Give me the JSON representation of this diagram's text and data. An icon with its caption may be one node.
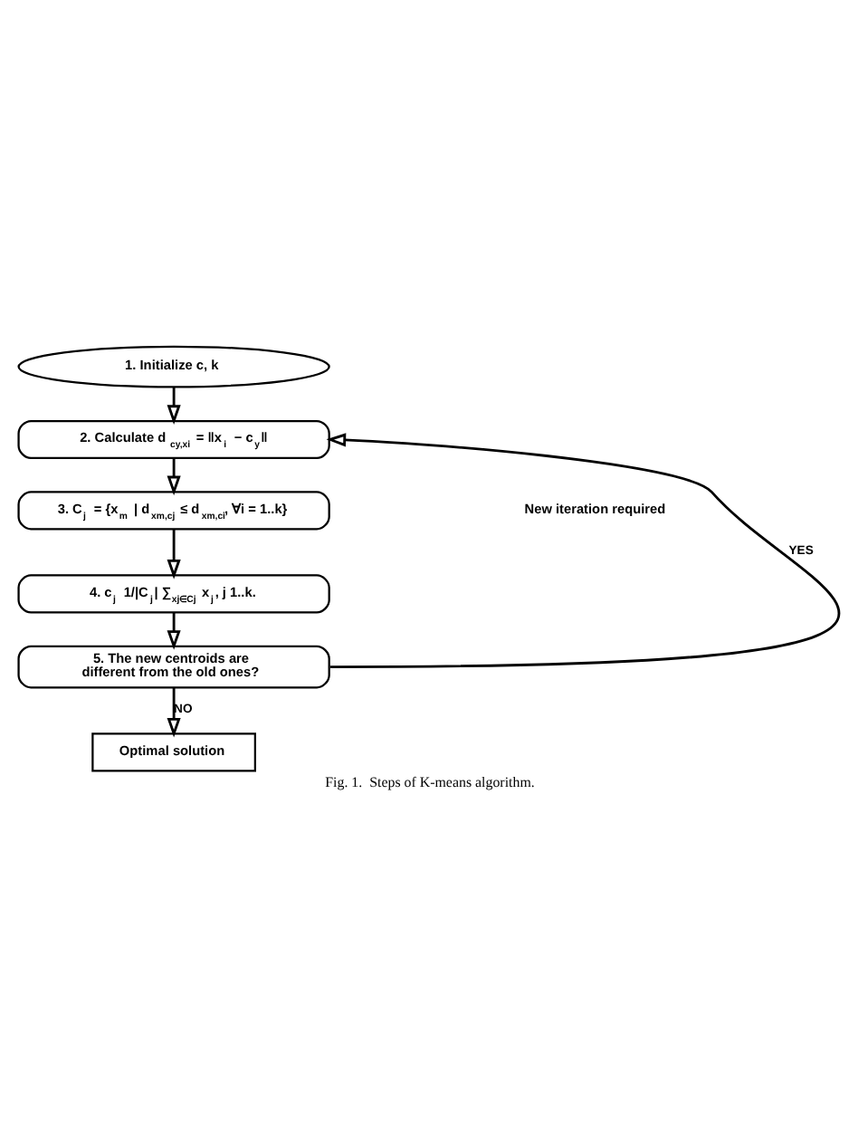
{
  "diagram": {
    "caption": "Fig. 1.  Steps of K-means algorithm.",
    "nodes": [
      {
        "text": [
          "1. Initialize c, k"
        ]
      },
      {
        "text": [
          "2. Calculate d$_{cy,xi}$ = ‖x$_{i}$ − c$_{y}$‖"
        ]
      },
      {
        "text": [
          "3. C$_{j}$ = {x$_{m}$ | d$_{xm,cj}$ ≤ d$_{xm,ci}$, ∀i = 1..k}"
        ]
      },
      {
        "text": [
          "4. c$_{j}$ 1/|C$_{j}$| ∑$_{xj∈Cj}$ x$_{j}$, j 1..k."
        ]
      },
      {
        "text": [
          "5. The new centroids are different from the old ones?"
        ]
      },
      {
        "text": [
          "Optimal solution"
        ]
      }
    ],
    "edges": [
      {
        "from": 0,
        "to": 1,
        "arrow": "to"
      },
      {
        "from": 1,
        "to": 2,
        "arrow": "to"
      },
      {
        "from": 2,
        "to": 3,
        "arrow": "to"
      },
      {
        "from": 3,
        "to": 4,
        "arrow": "to"
      },
      {
        "from": 4,
        "to": 5,
        "arrow": "to",
        "label": "NO"
      },
      {
        "from": 4,
        "to": 1,
        "arrow": "to",
        "label": "YES"
      }
    ],
    "labels": [
      "New iteration required"
    ]
  }
}
